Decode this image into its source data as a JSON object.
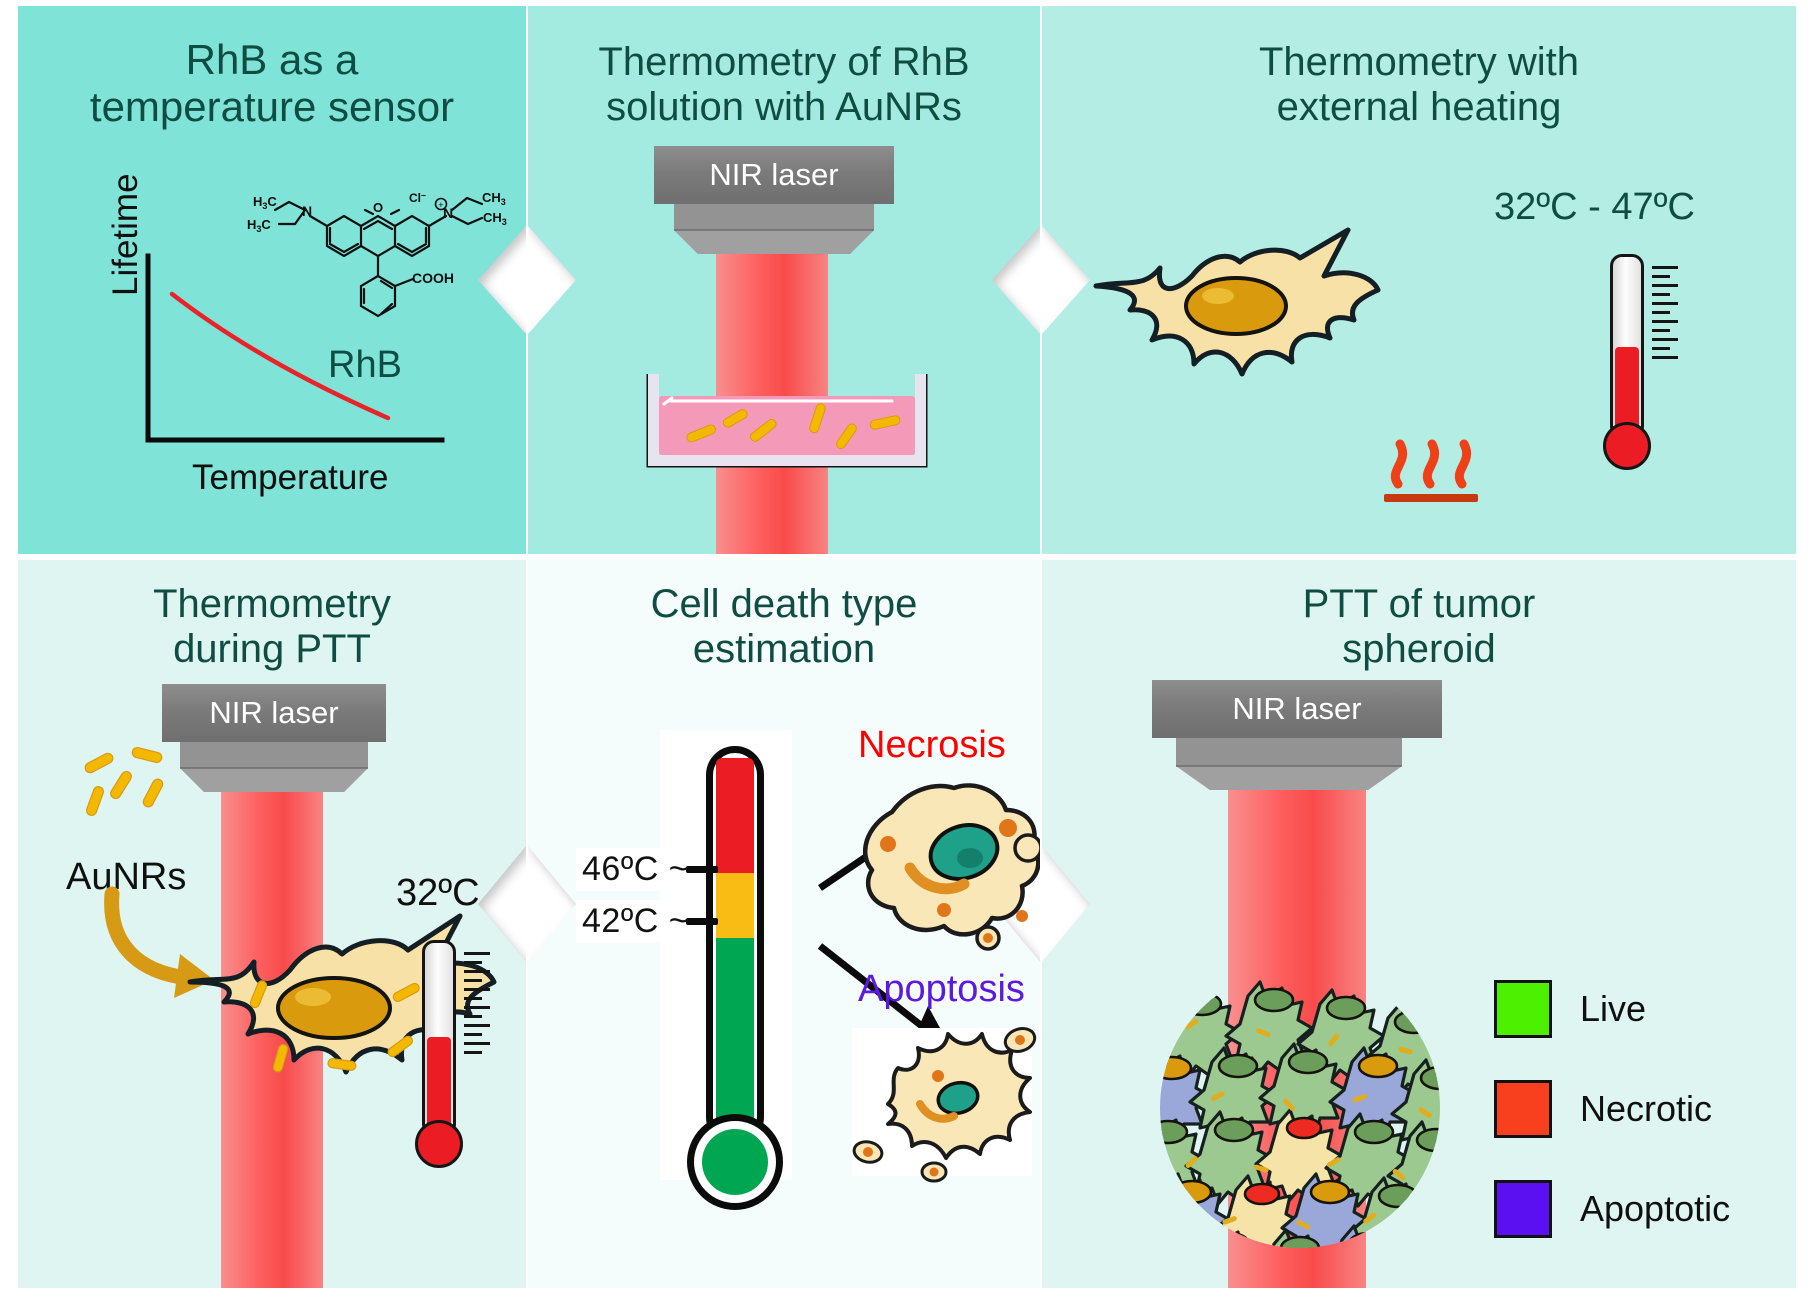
{
  "figure": {
    "kind": "graphical-abstract",
    "rows": 2,
    "cols": 3
  },
  "colors": {
    "panel1_bg": "#7fe3d8",
    "panel2_bg": "#a3ebe0",
    "panel3_bg": "#b3ede3",
    "panel4_bg": "#dff5f2",
    "panel5_bg": "#f4fcfc",
    "panel6_bg": "#dff5f2",
    "title_text": "#0f4d42",
    "laser_beam": "#fb5555",
    "gold_nanorod": "#f5b800",
    "cell_body": "#f7e1a6",
    "cell_nucleus": "#d99b0d",
    "necrosis_text": "#ff0000",
    "apoptosis_text": "#5c1ae0",
    "live_swatch": "#4cf000",
    "necrotic_swatch": "#f8401f",
    "apoptotic_swatch": "#5a10f0",
    "thermo_red": "#ec1c24",
    "thermo_yellow": "#f9bc14",
    "thermo_green": "#00a651",
    "rhb_solution": "#f49ab8",
    "cuvette_glass": "#e8e4ef",
    "heat_wave": "#ee4119",
    "arrow_gold": "#d79a14",
    "curve_red": "#e8232a"
  },
  "panels": [
    {
      "id": "p1",
      "title": "RhB as a\ntemperature sensor",
      "title_lines": [
        "RhB as a",
        "temperature sensor"
      ],
      "molecule_label": "RhB",
      "molecule_annotations": [
        "H3C",
        "H3C",
        "N",
        "O",
        "CH3",
        "CH3",
        "N",
        "Cl-",
        "COOH"
      ],
      "chart": {
        "ylabel": "Lifetime",
        "xlabel": "Temperature"
      }
    },
    {
      "id": "p2",
      "title_lines": [
        "Thermometry of RhB",
        "solution with AuNRs"
      ],
      "laser_label": "NIR laser",
      "cuvette": {
        "content": "RhB solution with AuNRs",
        "nanorod_count": 6
      }
    },
    {
      "id": "p3",
      "title_lines": [
        "Thermometry with",
        "external heating"
      ],
      "temperature_range": "32ºC - 47ºC",
      "icons": [
        "cell",
        "thermometer",
        "heat-waves"
      ]
    },
    {
      "id": "p4",
      "title_lines": [
        "Thermometry",
        "during PTT"
      ],
      "laser_label": "NIR laser",
      "aunrs_label": "AuNRs",
      "temperature": "32ºC"
    },
    {
      "id": "p5",
      "title_lines": [
        "Cell death type",
        "estimation"
      ],
      "thresholds": [
        {
          "value": "46ºC ~",
          "zone": "necrosis"
        },
        {
          "value": "42ºC ~",
          "zone": "apoptosis"
        }
      ],
      "outcomes": [
        {
          "label": "Necrosis",
          "color": "#ff0000"
        },
        {
          "label": "Apoptosis",
          "color": "#5c1ae0"
        }
      ]
    },
    {
      "id": "p6",
      "title_lines": [
        "PTT of tumor",
        "spheroid"
      ],
      "laser_label": "NIR laser",
      "legend": [
        {
          "label": "Live",
          "color": "#4cf000"
        },
        {
          "label": "Necrotic",
          "color": "#f8401f"
        },
        {
          "label": "Apoptotic",
          "color": "#5a10f0"
        }
      ]
    }
  ],
  "chart_data": {
    "type": "line",
    "title": "",
    "xlabel": "Temperature",
    "ylabel": "Lifetime",
    "x": [
      0,
      10,
      20,
      30,
      40,
      50,
      60,
      70,
      80,
      90,
      100
    ],
    "values": [
      100,
      88,
      77,
      67,
      58,
      50,
      43,
      37,
      32,
      28,
      25
    ],
    "series": [
      {
        "name": "RhB lifetime vs temperature",
        "values": [
          100,
          88,
          77,
          67,
          58,
          50,
          43,
          37,
          32,
          28,
          25
        ],
        "color": "#e8232a"
      }
    ],
    "xlim": [
      0,
      100
    ],
    "ylim": [
      0,
      110
    ],
    "grid": false,
    "legend_position": "none",
    "axis_ticks": false
  }
}
